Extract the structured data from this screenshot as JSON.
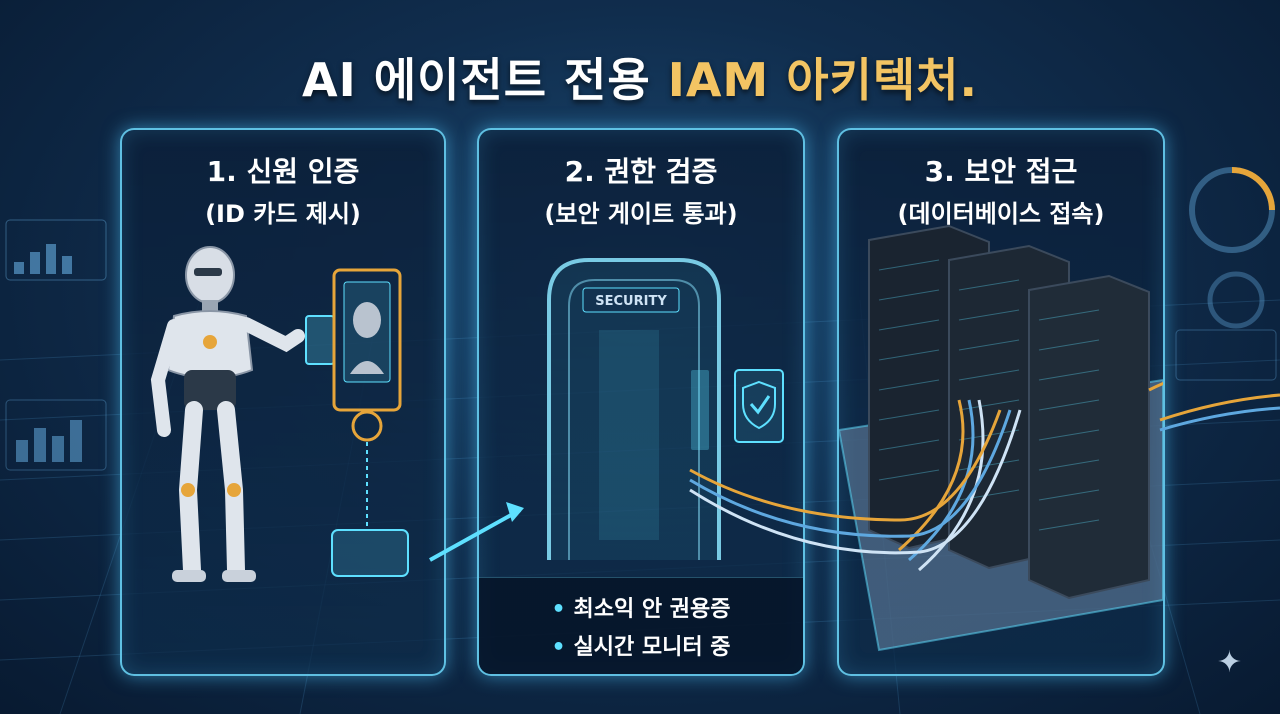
{
  "title": {
    "main": "AI 에이전트 전용 ",
    "highlight": "IAM 아키텍처."
  },
  "panels": [
    {
      "title": "1. 신원 인증",
      "subtitle": "(ID 카드 제시)"
    },
    {
      "title": "2. 권한 검증",
      "subtitle": "(보안 게이트 통과)",
      "gate_label": "SECURITY",
      "notes": [
        "최소익 안 권용증",
        "실시간 모니터 중"
      ]
    },
    {
      "title": "3. 보안 접근",
      "subtitle": "(데이터베이스 접속)"
    }
  ],
  "colors": {
    "accent": "#5ee0ff",
    "highlight": "#f3c463",
    "gold": "#e6a53a"
  },
  "icons": [
    "robot-icon",
    "id-card-icon",
    "security-gate-icon",
    "shield-check-icon",
    "server-rack-icon",
    "sparkle-icon"
  ]
}
